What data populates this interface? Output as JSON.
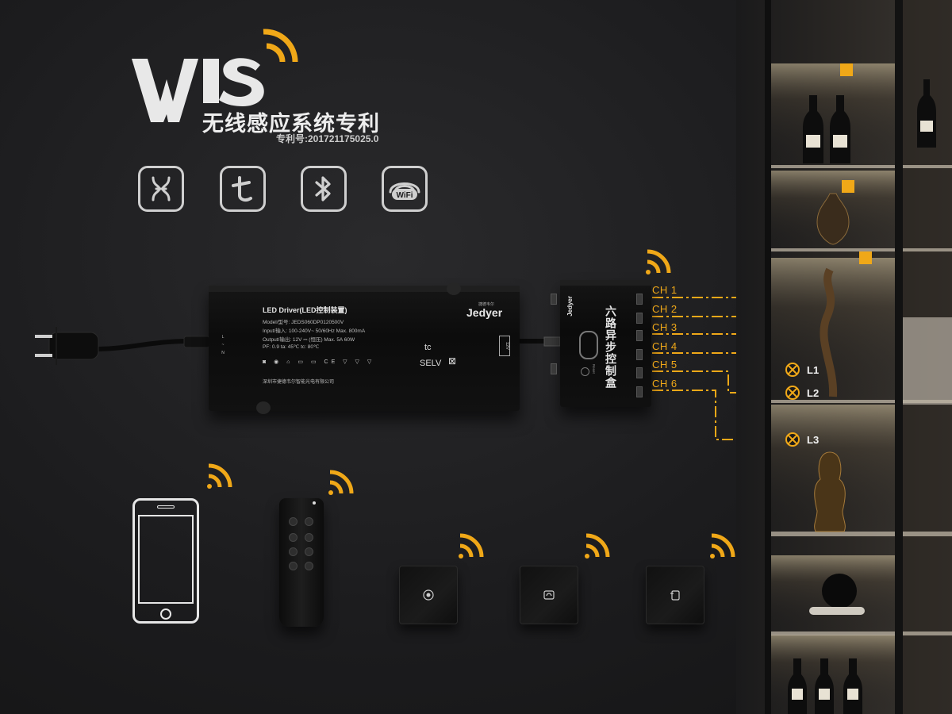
{
  "brand": {
    "logo_text": "WIS",
    "slogan": "无线感应系统专利",
    "patent": "专利号:201721175025.0"
  },
  "protocols": [
    {
      "name": "homekit-icon"
    },
    {
      "name": "tuya-icon"
    },
    {
      "name": "bluetooth-icon"
    },
    {
      "name": "wifi-icon",
      "text": "WiFi"
    }
  ],
  "driver": {
    "title": "LED Driver(LED控制装置)",
    "model": "Model/型号: JEDS060DP0120500V",
    "input": "Input/输入: 100-240V~ 50/60Hz Max. 800mA",
    "output": "Output/输出: 12V ⎓   (恒压) Max. 5A  60W",
    "pf": "PF: 0.9  ta: 45℃     tc:  80℃",
    "company": "深圳市捷德韦尔智能光电有限公司",
    "brand": "Jedyer",
    "brand_cn": "捷德韦尔",
    "voltage_tag": "12V",
    "tc_mark": "tc",
    "selv": "SELV",
    "lnl": [
      "L",
      "~",
      "N"
    ]
  },
  "controlbox": {
    "brand": "Jedyer",
    "title": "六路异步控制盒",
    "reset_label": "Reset"
  },
  "channels": [
    "CH 1",
    "CH 2",
    "CH 3",
    "CH 4",
    "CH 5",
    "CH 6"
  ],
  "lamps": [
    "L1",
    "L2",
    "L3"
  ],
  "colors": {
    "accent": "#f0a818",
    "icon_stroke": "#cfcfcf",
    "background": "#1c1c1e"
  },
  "transmitters": [
    {
      "name": "smartphone"
    },
    {
      "name": "remote-control"
    },
    {
      "name": "wall-panel-1"
    },
    {
      "name": "wall-panel-2"
    },
    {
      "name": "wall-panel-3"
    }
  ]
}
